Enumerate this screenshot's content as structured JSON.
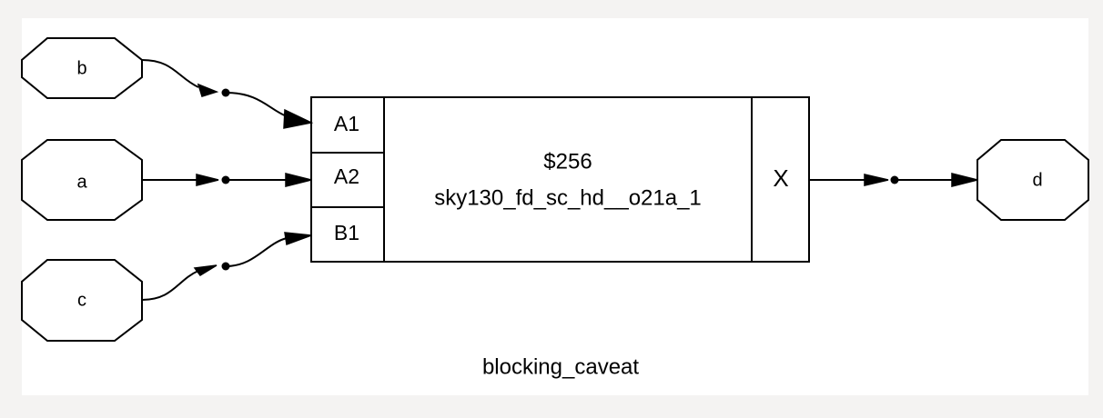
{
  "diagram": {
    "title": "blocking_caveat",
    "inputs": [
      {
        "id": "b",
        "label": "b"
      },
      {
        "id": "a",
        "label": "a"
      },
      {
        "id": "c",
        "label": "c"
      }
    ],
    "output": {
      "id": "d",
      "label": "d"
    },
    "cell": {
      "id": "$256",
      "type": "sky130_fd_sc_hd__o21a_1",
      "input_pins": [
        "A1",
        "A2",
        "B1"
      ],
      "output_pin": "X"
    },
    "connections": [
      {
        "from": "b",
        "to": "A1"
      },
      {
        "from": "a",
        "to": "A2"
      },
      {
        "from": "c",
        "to": "B1"
      },
      {
        "from": "X",
        "to": "d"
      }
    ]
  }
}
